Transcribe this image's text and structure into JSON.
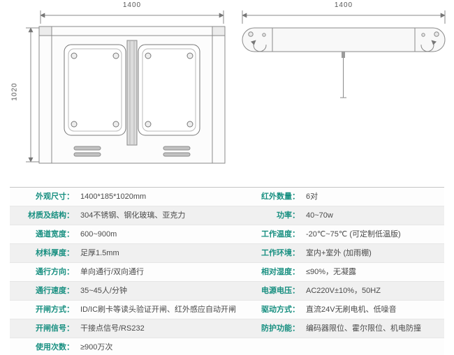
{
  "diagram": {
    "front_view": {
      "width_dim": "1400",
      "height_dim": "1020"
    },
    "top_view": {
      "width_dim": "1400"
    }
  },
  "specs": {
    "left": [
      {
        "label": "外观尺寸：",
        "value": "1400*185*1020mm"
      },
      {
        "label": "材质及结构：",
        "value": "304不锈钢、钢化玻璃、亚克力"
      },
      {
        "label": "通道宽度：",
        "value": "600~900m"
      },
      {
        "label": "材料厚度：",
        "value": "足厚1.5mm"
      },
      {
        "label": "通行方向：",
        "value": "单向通行/双向通行"
      },
      {
        "label": "通行速度：",
        "value": "35~45人/分钟"
      },
      {
        "label": "开闸方式：",
        "value": "ID/IC刷卡等读头验证开闸、红外感应自动开闸"
      },
      {
        "label": "开闸信号：",
        "value": "干接点信号/RS232"
      },
      {
        "label": "使用次数：",
        "value": "≥900万次"
      }
    ],
    "right": [
      {
        "label": "红外数量：",
        "value": "6对"
      },
      {
        "label": "功率：",
        "value": "40~70w"
      },
      {
        "label": "工作温度：",
        "value": "-20℃~75℃ (可定制低温版)"
      },
      {
        "label": "工作环境：",
        "value": "室内+室外 (加雨棚)"
      },
      {
        "label": "相对湿度：",
        "value": "≤90%，无凝露"
      },
      {
        "label": "电源电压：",
        "value": "AC220V±10%，50HZ"
      },
      {
        "label": "驱动方式：",
        "value": "直流24V无刷电机、低噪音"
      },
      {
        "label": "防护功能：",
        "value": "编码器限位、霍尔限位、机电防撞"
      }
    ]
  },
  "colors": {
    "label_accent": "#178f80",
    "value_text": "#4a4a4a",
    "line": "#8a8a8a"
  }
}
